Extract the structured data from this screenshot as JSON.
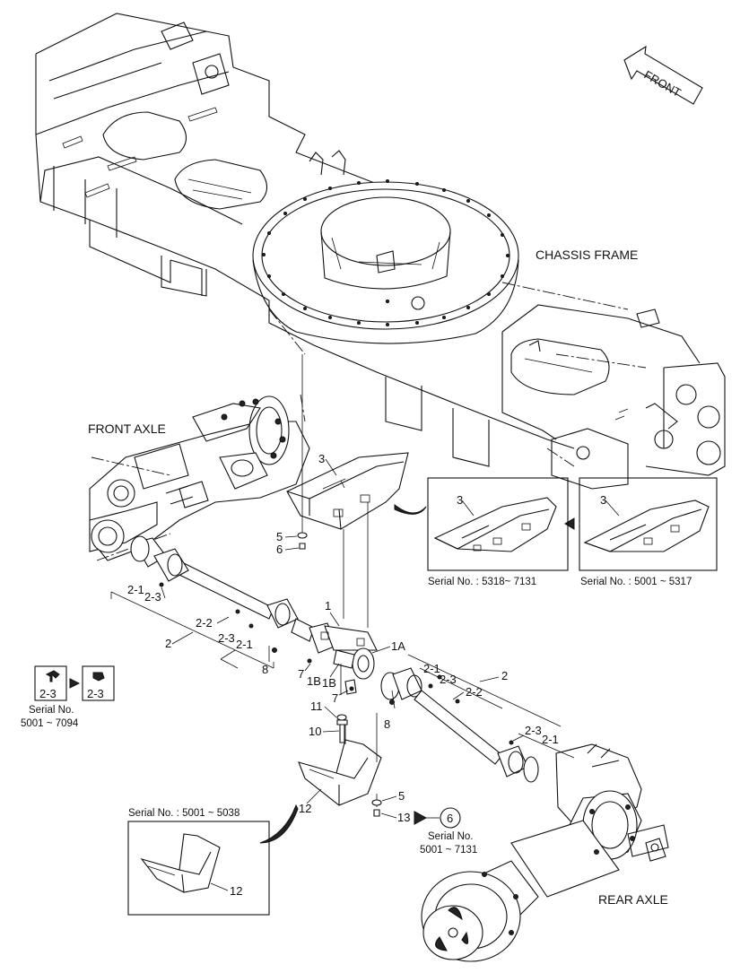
{
  "labels": {
    "front": "FRONT",
    "chassis_frame": "CHASSIS FRAME",
    "front_axle": "FRONT AXLE",
    "rear_axle": "REAR AXLE"
  },
  "callouts": {
    "c3_main": "3",
    "c5_top": "5",
    "c6_top": "6",
    "c1": "1",
    "c1A": "1A",
    "c1B_a": "1B",
    "c1B_b": "1B",
    "c7_a": "7",
    "c7_b": "7",
    "c8_left": "8",
    "c8_right": "8",
    "c11": "11",
    "c10": "10",
    "c2_left": "2",
    "c2_1_left_top": "2-1",
    "c2_3_left_top": "2-3",
    "c2_2_left": "2-2",
    "c2_3_left_mid": "2-3",
    "c2_1_left_mid": "2-1",
    "c2_right": "2",
    "c2_1_right_top": "2-1",
    "c2_3_right_top": "2-3",
    "c2_2_right": "2-2",
    "c2_3_right_bot": "2-3",
    "c2_1_right_bot": "2-1",
    "c12_main": "12",
    "c5_bottom": "5",
    "c13": "13",
    "c6_circle": "6"
  },
  "insets": {
    "serial_a": {
      "part": "3",
      "caption": "Serial No. : 5318~ 7131"
    },
    "serial_b": {
      "part": "3",
      "caption": "Serial No. : 5001 ~ 5317"
    },
    "serial_c": {
      "part": "12",
      "caption": "Serial No. : 5001 ~ 5038"
    }
  },
  "grease_note": {
    "from": "2-3",
    "to": "2-3",
    "serial_line1": "Serial No.",
    "serial_line2": "5001 ~ 7094"
  },
  "ref_note": {
    "serial_line1": "Serial No.",
    "serial_line2": "5001 ~ 7131"
  }
}
